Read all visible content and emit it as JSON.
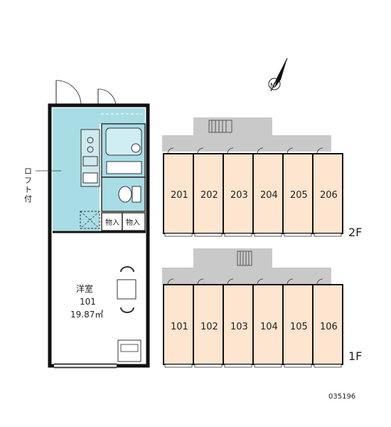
{
  "compass": {
    "label": "N",
    "icon": "compass-north-arrow-icon"
  },
  "unit_plan": {
    "side_label_loft": "ロフト付",
    "room_name": "洋室",
    "room_number": "101",
    "room_area": "19.87㎡",
    "storage_left": "物入",
    "storage_right": "物入"
  },
  "floors": [
    {
      "label": "2F",
      "units": [
        "201",
        "202",
        "203",
        "204",
        "205",
        "206"
      ]
    },
    {
      "label": "1F",
      "units": [
        "101",
        "102",
        "103",
        "104",
        "105",
        "106"
      ]
    }
  ],
  "reference_code": "035196",
  "colors": {
    "unit_fill": "#fde5cf",
    "wet_area": "#a9dde6",
    "corridor": "#c9c9c9",
    "wall": "#111111"
  }
}
